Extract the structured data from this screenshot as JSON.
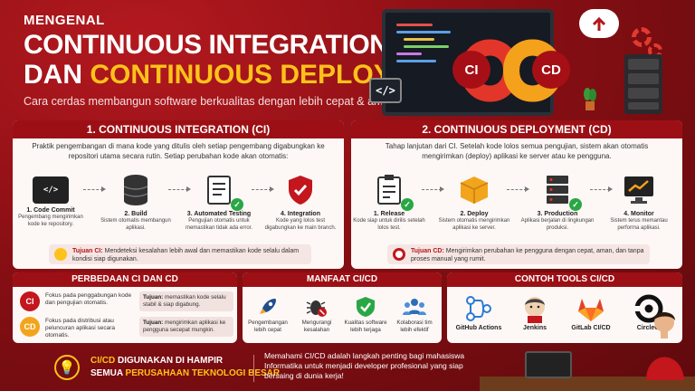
{
  "header": {
    "line1": "MENGENAL",
    "line2": "CONTINUOUS INTEGRATION",
    "line3_prefix": "DAN",
    "line3_highlight": "CONTINUOUS DEPLOYMENT",
    "subtitle": "Cara cerdas membangun software berkualitas dengan lebih cepat & aman."
  },
  "hero": {
    "ci_badge": "CI",
    "cd_badge": "CD",
    "code_icon": "</>"
  },
  "ci": {
    "title": "1. CONTINUOUS INTEGRATION (CI)",
    "description": "Praktik pengembangan di mana kode yang ditulis oleh setiap pengembang digabungkan ke repositori utama secara rutin. Setiap perubahan kode akan otomatis:",
    "steps": [
      {
        "title": "1. Code Commit",
        "desc": "Pengembang mengirimkan kode ke repository.",
        "icon": "laptop-code-icon"
      },
      {
        "title": "2. Build",
        "desc": "Sistem otomatis membangun aplikasi.",
        "icon": "database-icon"
      },
      {
        "title": "3. Automated Testing",
        "desc": "Pengujian otomatis untuk memastikan tidak ada error.",
        "icon": "checklist-icon"
      },
      {
        "title": "4. Integration",
        "desc": "Kode yang lolos test digabungkan ke main branch.",
        "icon": "shield-check-icon"
      }
    ],
    "goal_label": "Tujuan CI:",
    "goal_text": "Mendeteksi kesalahan lebih awal dan memastikan kode selalu dalam kondisi siap digunakan."
  },
  "cd": {
    "title": "2. CONTINUOUS DEPLOYMENT (CD)",
    "description": "Tahap lanjutan dari CI. Setelah kode lolos semua pengujian, sistem akan otomatis mengirimkan (deploy) aplikasi ke server atau ke pengguna.",
    "steps": [
      {
        "title": "1. Release",
        "desc": "Kode siap untuk dirilis setelah lolos test.",
        "icon": "clipboard-check-icon"
      },
      {
        "title": "2. Deploy",
        "desc": "Sistem otomatis mengirimkan aplikasi ke server.",
        "icon": "package-icon"
      },
      {
        "title": "3. Production",
        "desc": "Aplikasi berjalan di lingkungan produksi.",
        "icon": "server-icon"
      },
      {
        "title": "4. Monitor",
        "desc": "Sistem terus memantau performa aplikasi.",
        "icon": "monitor-chart-icon"
      }
    ],
    "goal_label": "Tujuan CD:",
    "goal_text": "Mengirimkan perubahan ke pengguna dengan cepat, aman, dan tanpa proses manual yang rumit."
  },
  "perbedaan": {
    "title": "PERBEDAAN CI DAN CD",
    "rows": [
      {
        "badge": "CI",
        "left": "Fokus pada penggabungan kode dan pengujian otomatis.",
        "right_label": "Tujuan:",
        "right_text": "memastikan kode selalu stabil & siap digabung."
      },
      {
        "badge": "CD",
        "left": "Fokus pada distribusi atau peluncuran aplikasi secara otomatis.",
        "right_label": "Tujuan:",
        "right_text": "mengirimkan aplikasi ke pengguna secepat mungkin."
      }
    ]
  },
  "manfaat": {
    "title": "MANFAAT CI/CD",
    "items": [
      {
        "label": "Pengembangan lebih cepat",
        "icon": "rocket-icon"
      },
      {
        "label": "Mengurangi kesalahan",
        "icon": "bug-icon"
      },
      {
        "label": "Kualitas software lebih terjaga",
        "icon": "shield-check-icon"
      },
      {
        "label": "Kolaborasi tim lebih efektif",
        "icon": "team-icon"
      }
    ]
  },
  "tools": {
    "title": "CONTOH TOOLS CI/CD",
    "items": [
      {
        "label": "GitHub Actions",
        "icon": "github-actions-icon"
      },
      {
        "label": "Jenkins",
        "icon": "jenkins-icon"
      },
      {
        "label": "GitLab CI/CD",
        "icon": "gitlab-icon"
      },
      {
        "label": "CircleCI",
        "icon": "circleci-icon"
      }
    ]
  },
  "footer": {
    "line1_highlight": "CI/CD",
    "line1_rest": "DIGUNAKAN DI HAMPIR",
    "line2_prefix": "SEMUA",
    "line2_highlight": "PERUSAHAAN TEKNOLOGI BESAR",
    "right_text": "Memahami CI/CD adalah langkah penting bagi mahasiswa Informatika untuk menjadi developer profesional yang siap bersaing di dunia kerja!"
  },
  "colors": {
    "background": "#8a0f14",
    "accent": "#ffc21a",
    "panel_header": "#9c1015",
    "success": "#2aa745"
  }
}
